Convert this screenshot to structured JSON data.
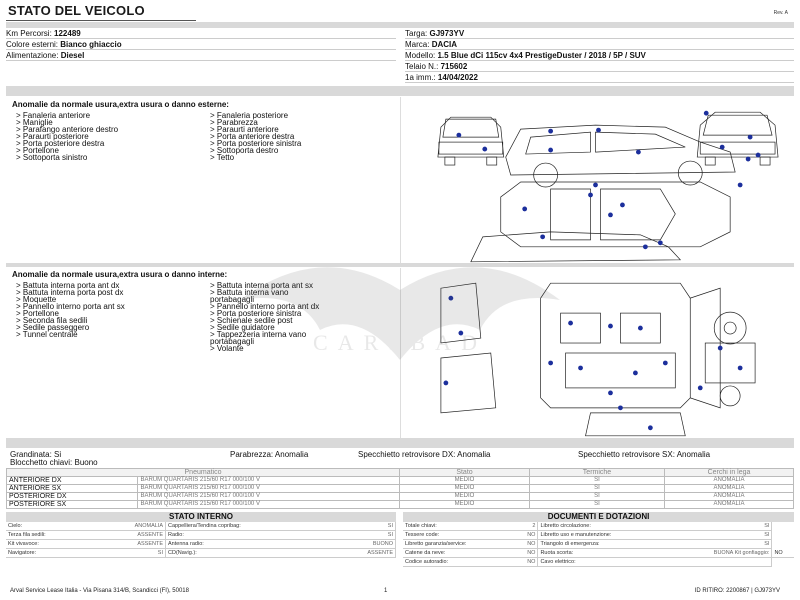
{
  "header": {
    "title": "STATO DEL VEICOLO",
    "rev": "Rev. A"
  },
  "left_info": [
    {
      "label": "Km Percorsi:",
      "value": "122489"
    },
    {
      "label": "Colore esterni:",
      "value": "Bianco ghiaccio"
    },
    {
      "label": "Alimentazione:",
      "value": "Diesel"
    }
  ],
  "right_info": [
    {
      "label": "Targa:",
      "value": "GJ973YV"
    },
    {
      "label": "Marca:",
      "value": "DACIA"
    },
    {
      "label": "Modello:",
      "value": "1.5 Blue dCi 115cv 4x4 PrestigeDuster / 2018 / 5P / SUV"
    },
    {
      "label": "Telaio N.:",
      "value": "715602"
    },
    {
      "label": "1a imm.:",
      "value": "14/04/2022"
    }
  ],
  "external": {
    "title": "Anomalie da normale usura,extra usura o danno esterne:",
    "col1": [
      "> Fanaleria anteriore",
      "> Maniglie",
      "> Parafango anteriore destro",
      "> Paraurti posteriore",
      "> Porta posteriore destra",
      "> Portellone",
      "> Sottoporta sinistro"
    ],
    "col2": [
      "> Fanaleria posteriore",
      "> Parabrezza",
      "> Paraurti anteriore",
      "> Porta anteriore destra",
      "> Porta posteriore sinistra",
      "> Sottoporta destro",
      "> Tetto"
    ]
  },
  "internal": {
    "title": "Anomalie da normale usura,extra usura o danno interne:",
    "col1": [
      "> Battuta interna porta ant dx",
      "> Battuta interna porta post dx",
      "> Moquette",
      "> Pannello interno porta ant sx",
      "> Portellone",
      "> Seconda fila sedili",
      "> Sedile passeggero",
      "> Tunnel centrale"
    ],
    "col2": [
      "> Battuta interna porta ant sx",
      "> Battuta interna vano",
      "portabagagli",
      "> Pannello interno porta ant dx",
      "> Porta posteriore sinistra",
      "> Schienale sedile post",
      "> Sedile guidatore",
      "> Tappezzeria interna vano",
      "portabagagli",
      "> Volante"
    ]
  },
  "watermark": "CARSBAD",
  "status_lines": {
    "grandinata": "Grandinata: Si",
    "parabrezza": "Parabrezza: Anomalia",
    "specchietto_dx": "Specchietto retrovisore DX: Anomalia",
    "specchietto_sx": "Specchietto retrovisore SX: Anomalia",
    "blocchetto": "Blocchetto chiavi: Buono"
  },
  "tyres": {
    "headers": [
      "Pneumatico",
      "Stato",
      "Termiche",
      "Cerchi in lega"
    ],
    "rows": [
      {
        "pos": "ANTERIORE DX",
        "model": "BARUM QUARTARIS 215/60 R17 000/100 V",
        "stato": "MEDIO",
        "termiche": "SI",
        "cerchi": "ANOMALIA"
      },
      {
        "pos": "ANTERIORE SX",
        "model": "BARUM QUARTARIS 215/60 R17 000/100 V",
        "stato": "MEDIO",
        "termiche": "SI",
        "cerchi": "ANOMALIA"
      },
      {
        "pos": "POSTERIORE DX",
        "model": "BARUM QUARTARIS 215/60 R17 000/100 V",
        "stato": "MEDIO",
        "termiche": "SI",
        "cerchi": "ANOMALIA"
      },
      {
        "pos": "POSTERIORE SX",
        "model": "BARUM QUARTARIS 215/60 R17 000/100 V",
        "stato": "MEDIO",
        "termiche": "SI",
        "cerchi": "ANOMALIA"
      }
    ]
  },
  "stato_interno": {
    "title": "STATO INTERNO",
    "rows": [
      [
        "Cielo:",
        "ANOMALIA",
        "Cappelliera/Tendina copribag:",
        "SI"
      ],
      [
        "Terza fila sedili:",
        "ASSENTE",
        "Radio:",
        "SI"
      ],
      [
        "Kit vivavoce:",
        "ASSENTE",
        "Antenna radio:",
        "BUONO"
      ],
      [
        "Navigatore:",
        "SI",
        "CD(Navig.):",
        "ASSENTE"
      ]
    ]
  },
  "documenti": {
    "title": "DOCUMENTI E DOTAZIONI",
    "rows": [
      [
        "Totale chiavi:",
        "2",
        "Libretto circolazione:",
        "SI"
      ],
      [
        "Tessere code:",
        "NO",
        "Libretto uso e manutenzione:",
        "SI"
      ],
      [
        "Libretto garanzia/service:",
        "NO",
        "Triangolo di emergenza:",
        "SI"
      ],
      [
        "Catene da neve:",
        "NO",
        "Ruota scorta:",
        "BUONA  Kit gonfiaggio:",
        "NO"
      ],
      [
        "Codice autoradio:",
        "NO",
        "Cavo elettrico:",
        ""
      ]
    ]
  },
  "footer": {
    "left": "Arval Service Lease Italia - Via Pisana 314/B, Scandicci (FI), 50018",
    "page": "1",
    "right": "ID RITIRO: 2200867 | GJ973YV"
  },
  "colors": {
    "bar_gray": "#d9d9d9",
    "dot_blue": "#1c2f9c"
  }
}
